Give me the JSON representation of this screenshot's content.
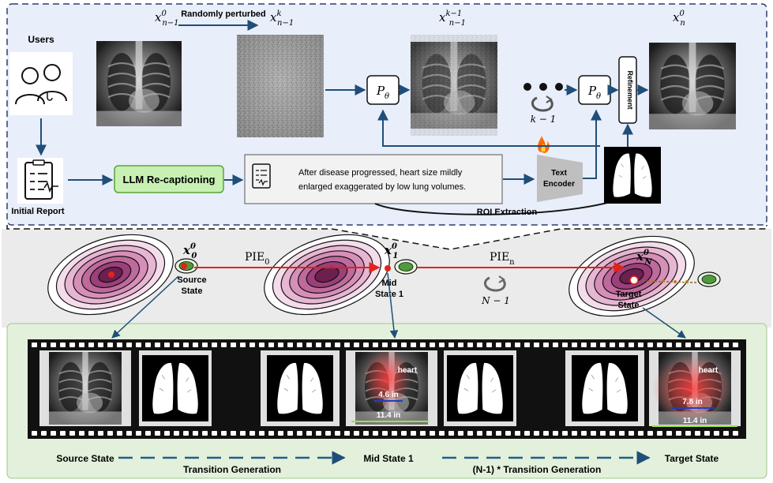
{
  "top": {
    "users_label": "Users",
    "initial_report_label": "Initial Report",
    "perturb_label": "Randomly perturbed",
    "xray_labels": {
      "x_prev0": {
        "base": "x",
        "sup": "0",
        "sub": "n−1"
      },
      "x_prevk": {
        "base": "x",
        "sup": "k",
        "sub": "n−1"
      },
      "x_prevk1": {
        "base": "x",
        "sup": "k−1",
        "sub": "n−1"
      },
      "x_n0": {
        "base": "x",
        "sup": "0",
        "sub": "n"
      }
    },
    "p_theta": {
      "base": "P",
      "sub": "θ"
    },
    "loop_label": "k − 1",
    "refinement_label": "Refinement",
    "llm_label": "LLM Re-captioning",
    "caption_line1": "After disease progressed, heart size mildly",
    "caption_line2": "enlarged exaggerated by low lung volumes.",
    "text_encoder_line1": "Text",
    "text_encoder_line2": "Encoder",
    "roi_label": "ROI Extraction"
  },
  "middle": {
    "source_x": {
      "base": "x",
      "sup": "0",
      "sub": "0"
    },
    "mid_x": {
      "base": "x",
      "sup": "0",
      "sub": "1"
    },
    "target_x": {
      "base": "x",
      "sup": "0",
      "sub": "N"
    },
    "pie0": {
      "base": "PIE",
      "sub": "0"
    },
    "pien": {
      "base": "PIE",
      "sub": "n"
    },
    "n_minus_1": "N − 1",
    "source_state_line1": "Source",
    "source_state_line2": "State",
    "mid_state_line1": "Mid",
    "mid_state_line2": "State 1",
    "target_state_line1": "Target",
    "target_state_line2": "State"
  },
  "bottom": {
    "ellipsis": "•••",
    "heart_label": "heart",
    "mid_heart_width": "4.6 in",
    "mid_chest_width": "11.4 in",
    "target_heart_width": "7.8 in",
    "target_chest_width": "11.4 in",
    "source_state": "Source State",
    "mid_state": "Mid State 1",
    "target_state": "Target State",
    "transition1": "Transition Generation",
    "transition2": "(N-1) * Transition Generation"
  },
  "colors": {
    "top_panel_bg": "#e8eefa",
    "middle_panel_bg": "#ebebeb",
    "bottom_panel_bg": "#e3f1dc",
    "arrow_blue": "#1f4e79",
    "pie_red": "#e0231b",
    "llm_green": "#c7f0b2"
  }
}
